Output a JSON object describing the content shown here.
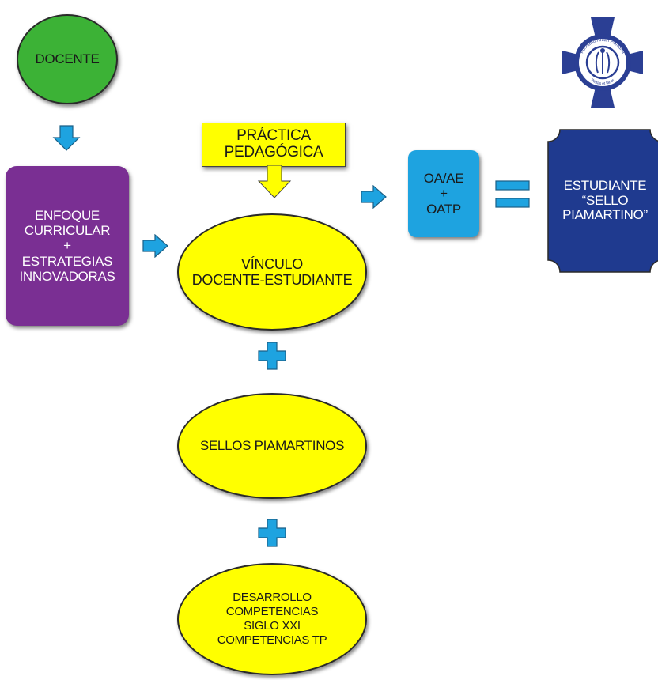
{
  "nodes": {
    "docente": "DOCENTE",
    "enfoque": "ENFOQUE\nCURRICULAR\n+\nESTRATEGIAS\nINNOVADORAS",
    "practica": "PRÁCTICA\nPEDAGÓGICA",
    "vinculo": "VÍNCULO\nDOCENTE-ESTUDIANTE",
    "sellos": "SELLOS PIAMARTINOS",
    "desarrollo": "DESARROLLO\nCOMPETENCIAS\nSIGLO XXI\nCOMPETENCIAS TP",
    "oa": "OA/AE\n+\nOATP",
    "estudiante": "ESTUDIANTE\n“SELLO\nPIAMARTINO”"
  },
  "logo": {
    "top_text": "Fundación Juan Piamarta",
    "bottom_text": "Pietas et labor"
  },
  "colors": {
    "docente": "#3cb236",
    "enfoque": "#7a2f93",
    "yellow": "#ffff00",
    "oa": "#1ea3e0",
    "estudiante": "#1f3a8f",
    "arrow": "#1ea3e0"
  }
}
